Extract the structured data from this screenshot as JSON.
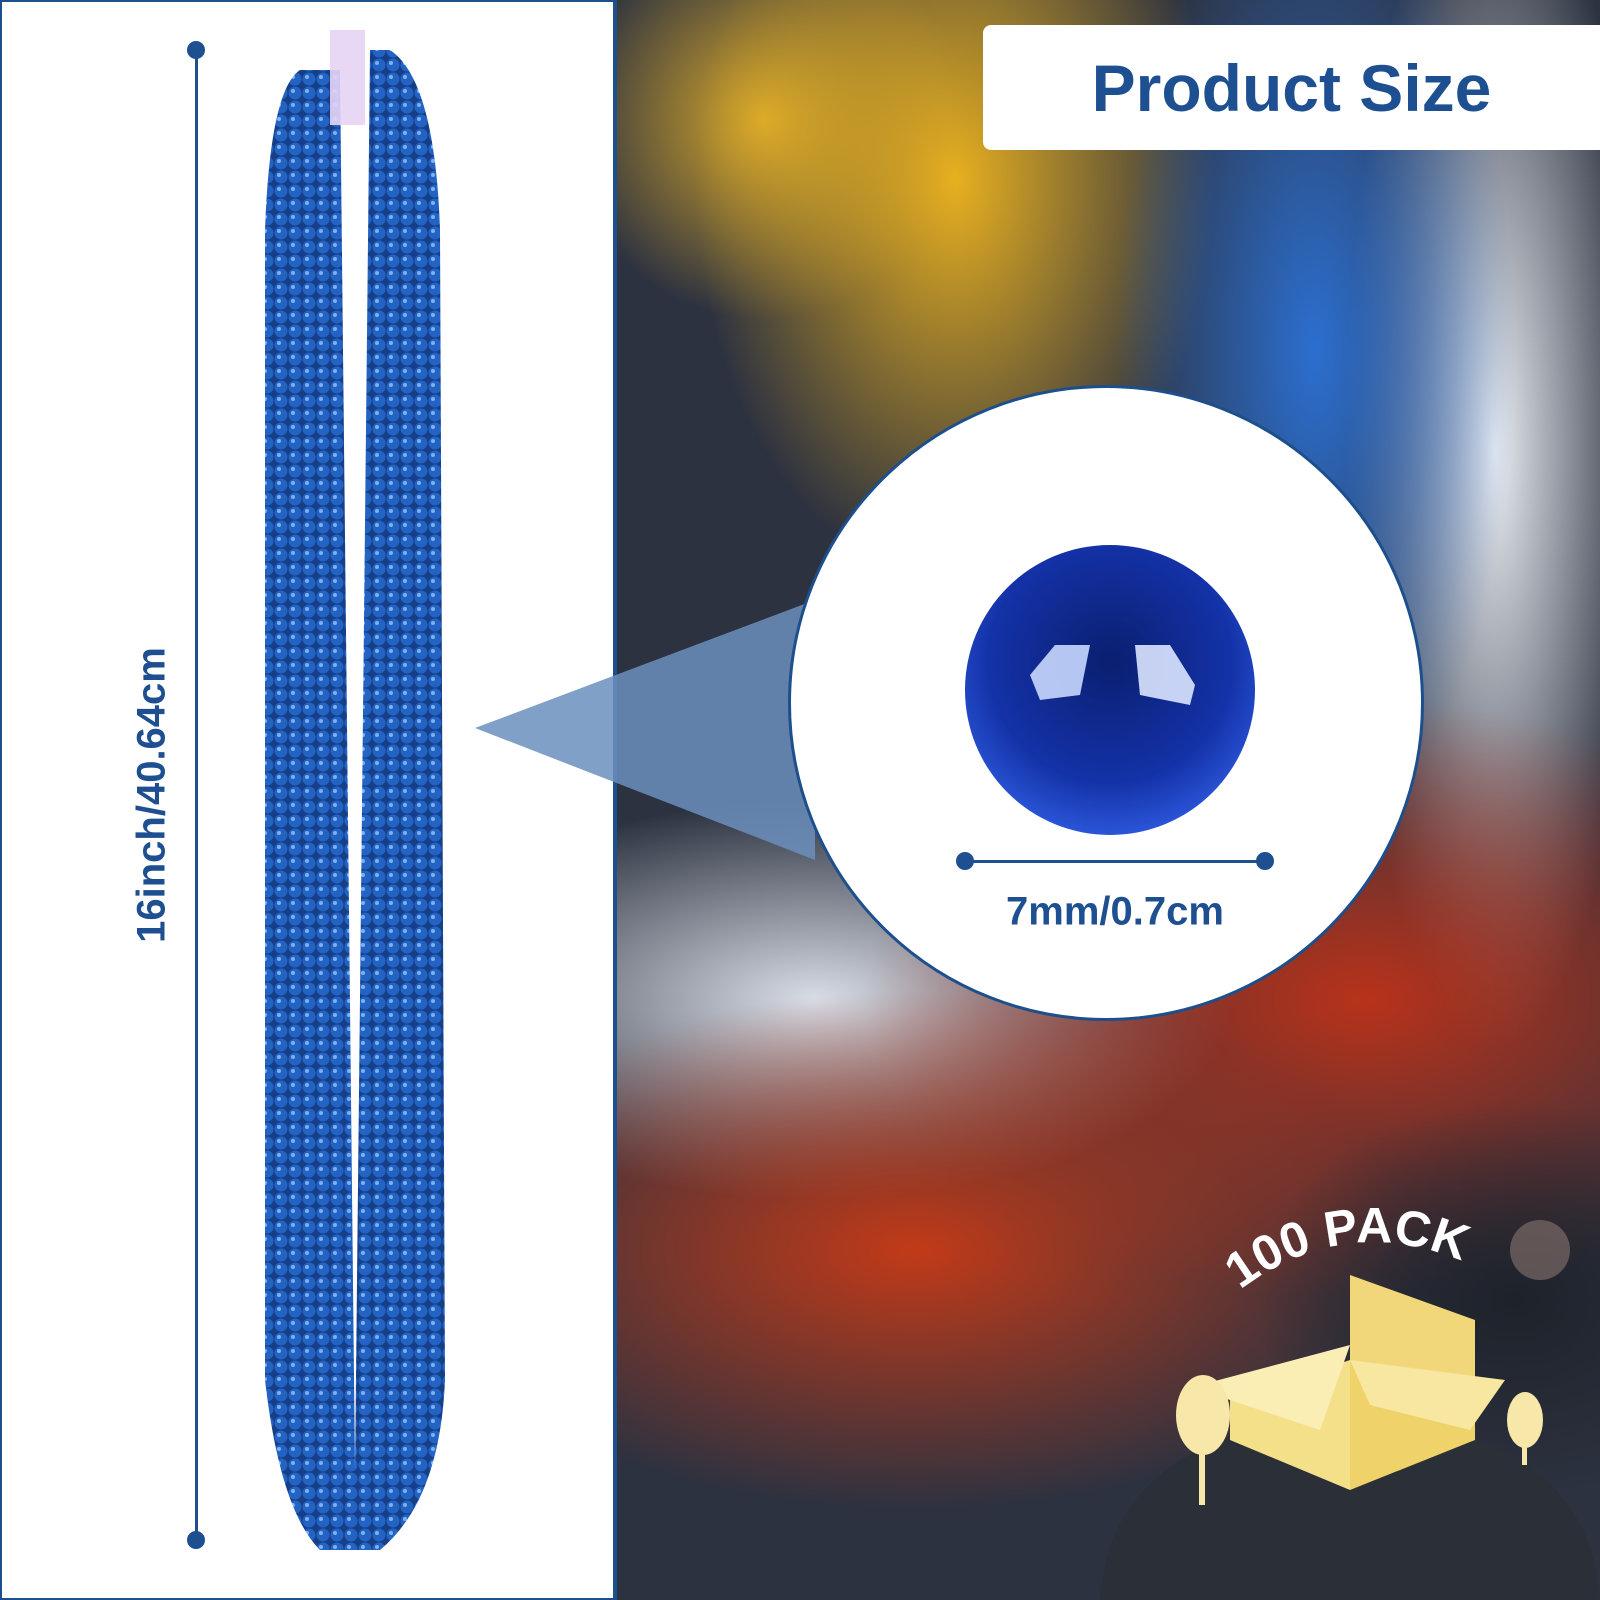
{
  "title": "Product Size",
  "length_label": "16inch/40.64cm",
  "bead_size_label": "7mm/0.7cm",
  "pack_label": "100 PACK",
  "colors": {
    "accent": "#1d4f91",
    "bead": "#1f5fb8",
    "box": "#f5e08a"
  }
}
